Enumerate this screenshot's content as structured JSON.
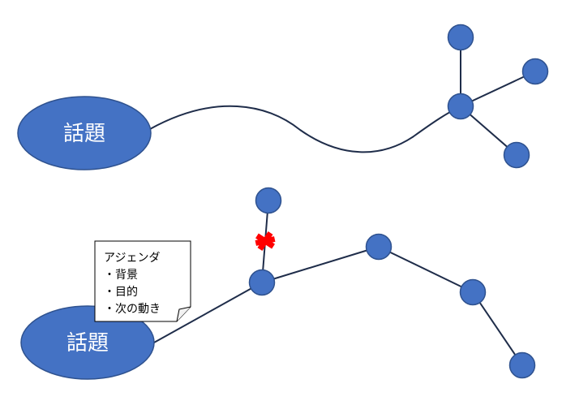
{
  "colors": {
    "node_fill": "#4472c4",
    "node_stroke": "#2f528f",
    "line": "#1f2d4a",
    "note_fill": "#ffffff",
    "note_stroke": "#000000",
    "cross": "#ff0000"
  },
  "diagram_top": {
    "topic_label": "話題"
  },
  "diagram_bottom": {
    "topic_label": "話題",
    "note": {
      "lines": [
        "アジェンダ",
        "・背景",
        "・目的",
        "・次の動き"
      ]
    },
    "broken_link_icon": "cross-icon"
  }
}
